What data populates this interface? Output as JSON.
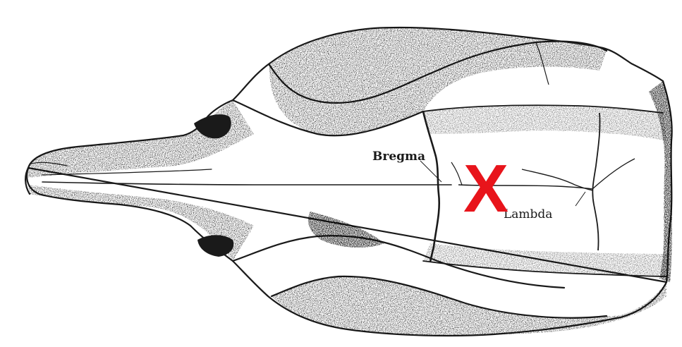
{
  "labels": {
    "bregma": "Bregma",
    "lambda": "Lambda"
  },
  "marker": {
    "symbol": "X",
    "color": "#e8141b"
  },
  "colors": {
    "ink": "#1a1a1a",
    "paper": "#ffffff"
  }
}
